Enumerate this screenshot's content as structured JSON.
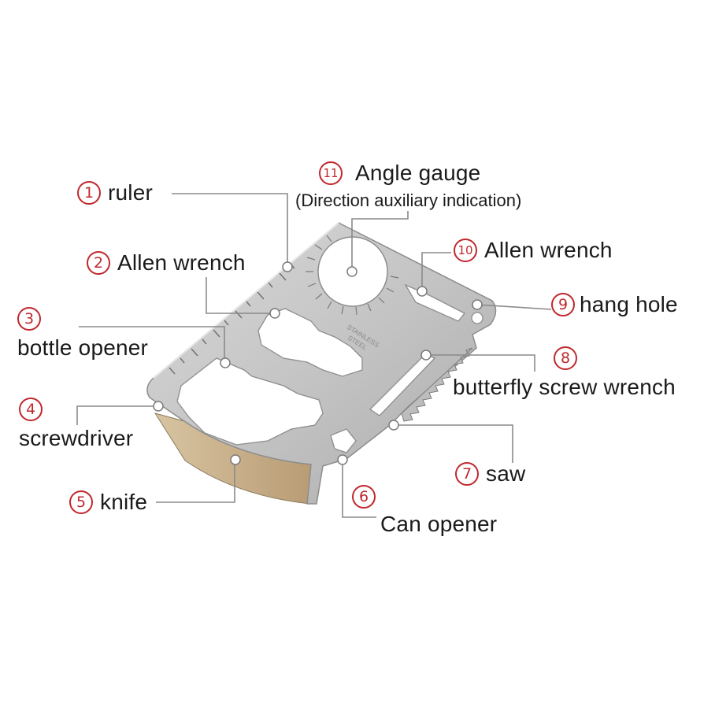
{
  "diagram": {
    "labels": [
      {
        "number": "1",
        "text": "ruler",
        "icon": "ruler-icon"
      },
      {
        "number": "2",
        "text": "Allen wrench",
        "icon": "hex-key-icon"
      },
      {
        "number": "3",
        "text": "bottle opener",
        "icon": "bottle-opener-icon"
      },
      {
        "number": "4",
        "text": "screwdriver",
        "icon": "screwdriver-icon"
      },
      {
        "number": "5",
        "text": "knife",
        "icon": "knife-icon"
      },
      {
        "number": "6",
        "text": "Can opener",
        "icon": "can-opener-icon"
      },
      {
        "number": "7",
        "text": "saw",
        "icon": "saw-icon"
      },
      {
        "number": "8",
        "text": "butterfly screw wrench",
        "icon": "wrench-icon"
      },
      {
        "number": "9",
        "text": "hang hole",
        "icon": "hole-icon"
      },
      {
        "number": "10",
        "text": "Allen wrench",
        "icon": "hex-key-icon"
      },
      {
        "number": "11",
        "text": "Angle gauge",
        "subtext": "(Direction auxiliary indication)",
        "icon": "gauge-icon"
      }
    ],
    "card_engraving": [
      "STAINLESS",
      "STEEL"
    ],
    "colors": {
      "number_circle": "#c0282d",
      "leader_line": "#8a8a8a",
      "steel": "#c2c2c2",
      "blade_edge": "#cdb594"
    }
  }
}
